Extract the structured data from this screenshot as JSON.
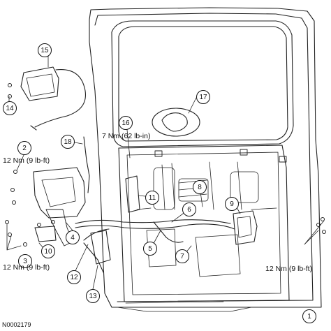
{
  "callouts": {
    "c1": "1",
    "c2": "2",
    "c3": "3",
    "c4": "4",
    "c5": "5",
    "c6": "6",
    "c7": "7",
    "c8": "8",
    "c9": "9",
    "c10": "10",
    "c11": "11",
    "c12": "12",
    "c13": "13",
    "c14": "14",
    "c15": "15",
    "c16": "16",
    "c17": "17",
    "c18": "18"
  },
  "torque_labels": {
    "top_center": "7 Nm (62 lb-in)",
    "upper_left": "12 Nm (9 lb-ft)",
    "lower_left": "12 Nm (9 lb-ft)",
    "lower_right": "12 Nm (9 lb-ft)"
  },
  "figure_code": "N0002179"
}
